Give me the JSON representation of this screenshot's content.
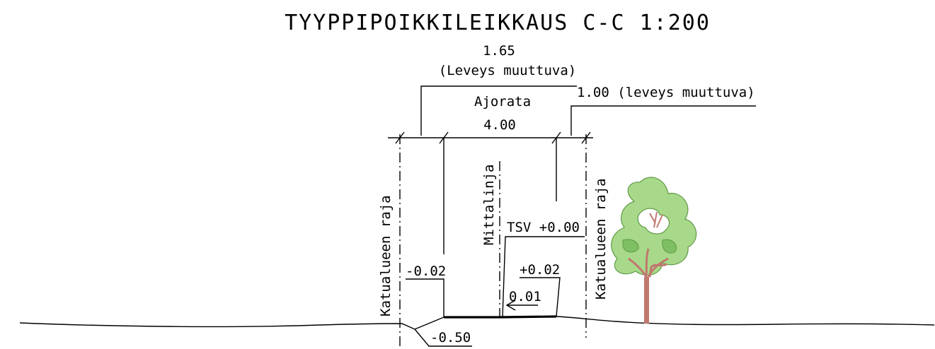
{
  "title": "TYYPPIPOIKKILEIKKAUS C-C  1:200",
  "dimensions": {
    "left_width": "1.65",
    "left_width_note": "(Leveys muuttuva)",
    "carriageway_label": "Ajorata",
    "carriageway_width": "4.00",
    "right_width": "1.00 (leveys muuttuva)"
  },
  "labels": {
    "left_boundary": "Katualueen raja",
    "right_boundary": "Katualueen raja",
    "survey_line": "Mittalinja",
    "tsv": "TSV +0.00"
  },
  "elevations": {
    "left_edge": "-0.02",
    "ditch": "-0.50",
    "right_edge": "+0.02"
  },
  "slope": {
    "value": "0.01"
  },
  "colors": {
    "line": "#000000",
    "tree_foliage": "#a8d98a",
    "tree_foliage_dark": "#7fbf63",
    "tree_trunk": "#c0786f"
  },
  "icons": {
    "tree": "tree-icon",
    "slope_arrow": "arrow-left-icon"
  }
}
